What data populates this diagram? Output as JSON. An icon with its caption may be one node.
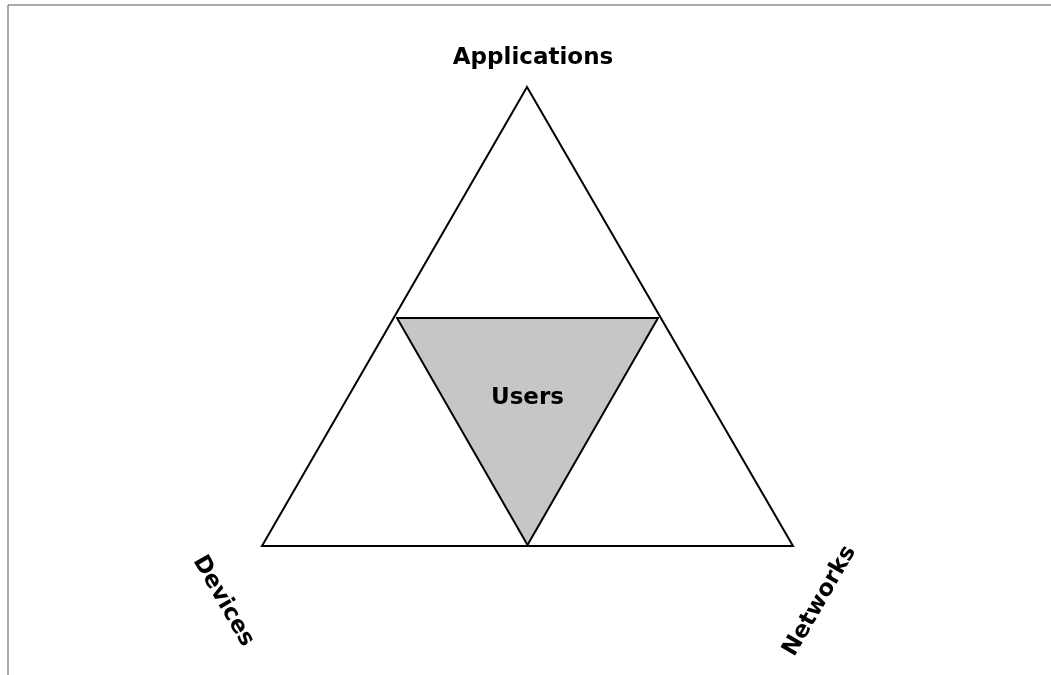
{
  "diagram": {
    "nodes": [
      {
        "text": [
          "Users"
        ]
      }
    ],
    "labels": [
      "Applications",
      "Devices",
      "Networks"
    ]
  }
}
